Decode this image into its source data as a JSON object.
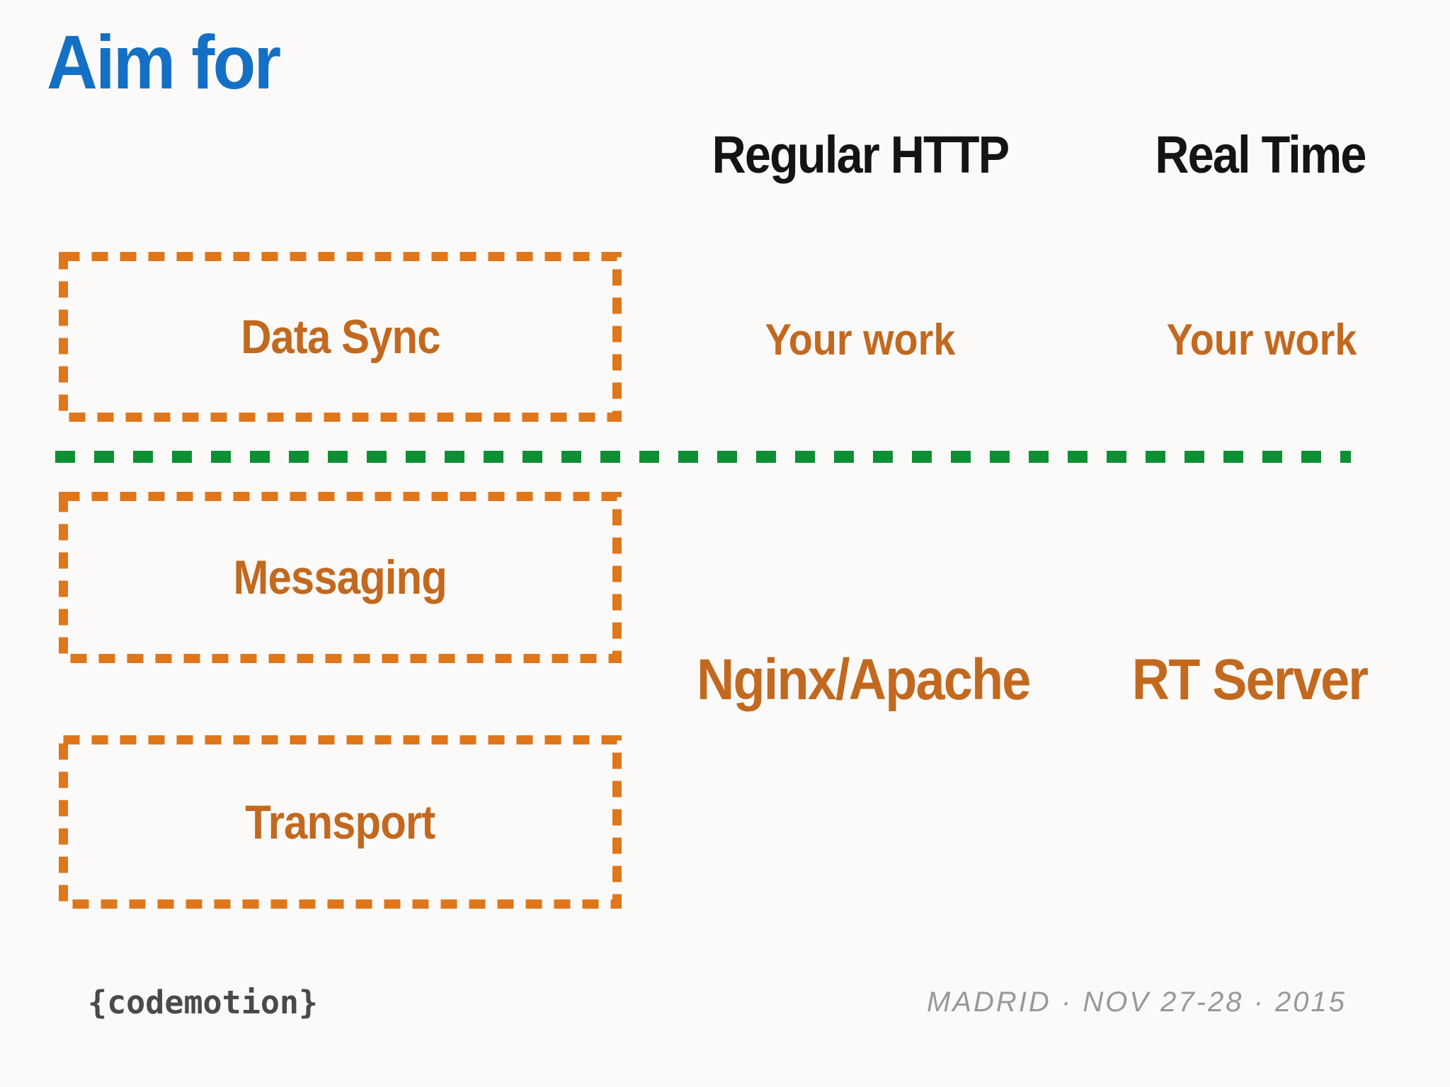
{
  "slide": {
    "title": "Aim for",
    "table": {
      "col_headers": [
        "Regular HTTP",
        "Real Time"
      ],
      "row_labels": [
        "Data Sync",
        "Messaging",
        "Transport"
      ],
      "cells": {
        "data_sync_regular_http": "Your work",
        "data_sync_real_time": "Your work",
        "server_regular_http": "Nginx/Apache",
        "server_real_time": "RT Server"
      }
    }
  },
  "footer": {
    "logo_text": "{codemotion}",
    "event_text": "MADRID · NOV 27-28 · 2015"
  },
  "colors": {
    "title_blue": "#1470C4",
    "box_dash_orange": "#E0761A",
    "text_orange": "#C2691F",
    "divider_green": "#0E8F33",
    "header_black": "#141414",
    "logo_gray": "#4A4A4C",
    "event_gray": "#98979D",
    "background": "#FBFAF9"
  }
}
